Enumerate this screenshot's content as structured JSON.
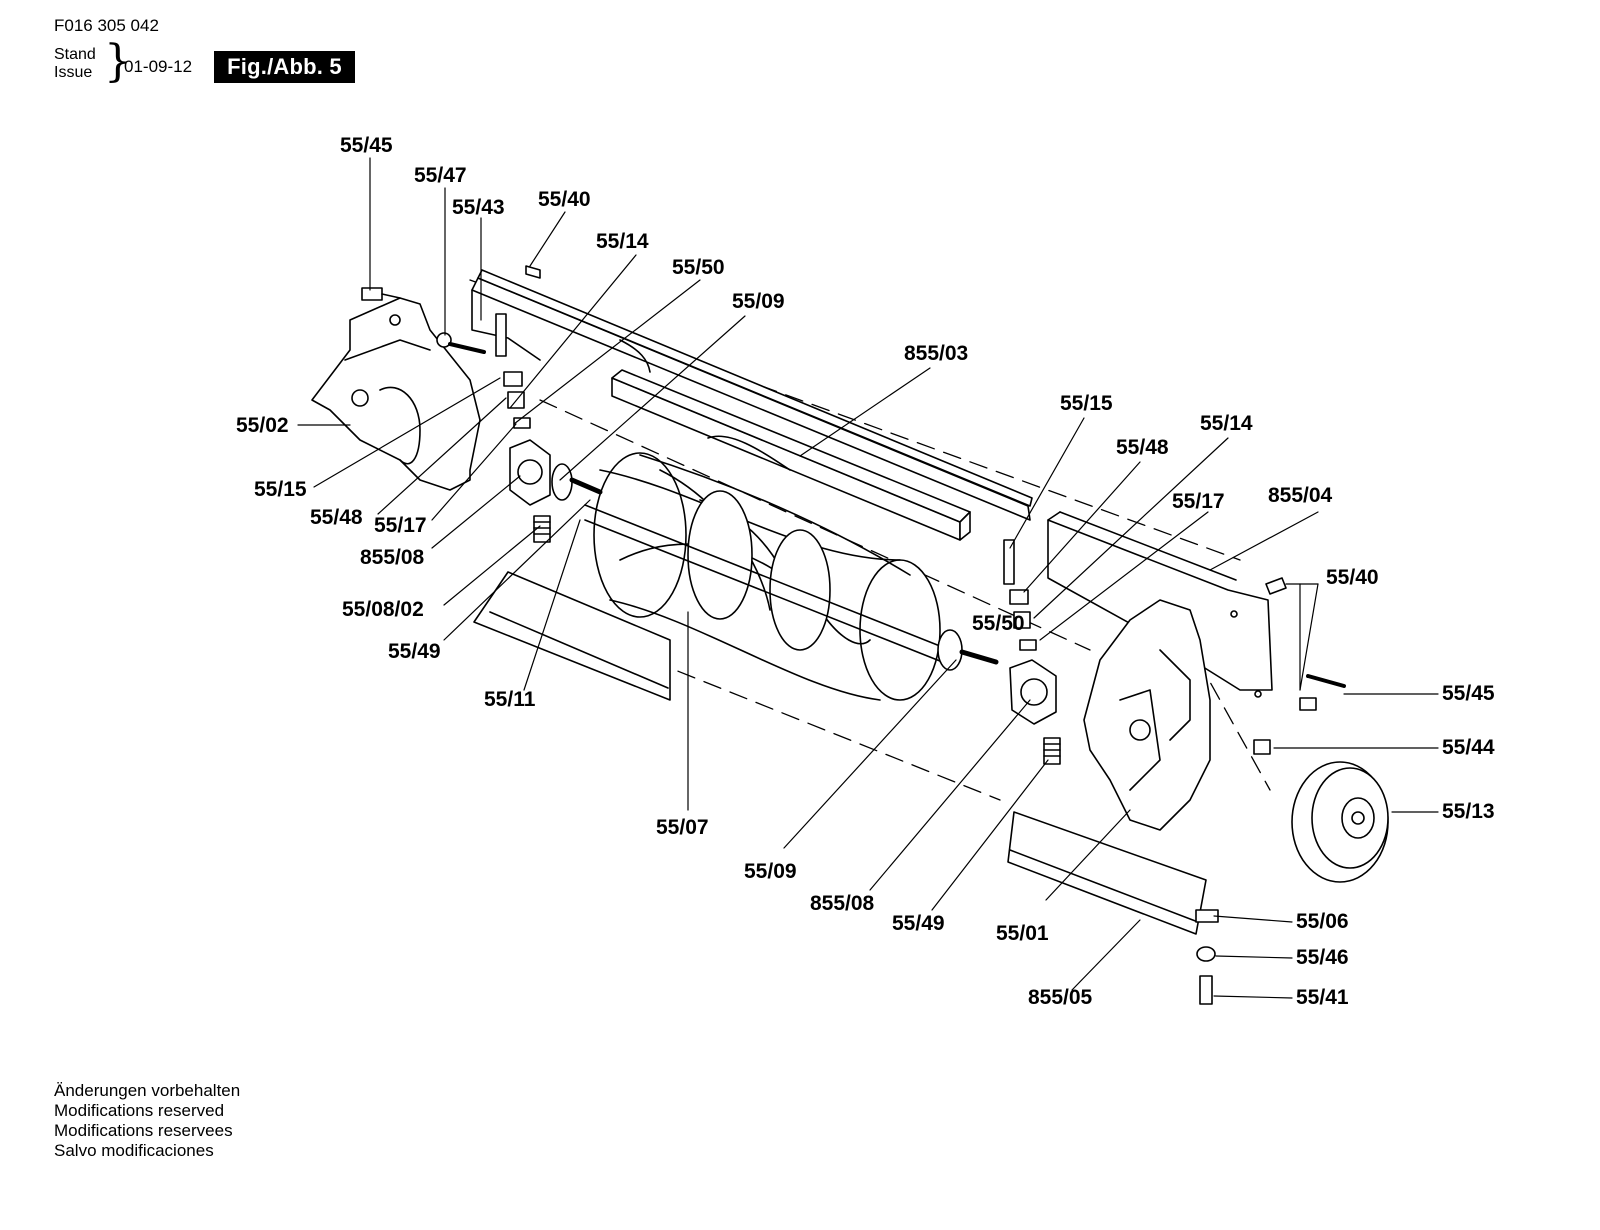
{
  "header": {
    "doc_number": "F016 305 042",
    "stand_label": "Stand",
    "issue_label": "Issue",
    "date": "01-09-12",
    "figure_label": "Fig./Abb. 5"
  },
  "callouts": [
    "55/45",
    "55/47",
    "55/43",
    "55/40",
    "55/14",
    "55/50",
    "55/09",
    "855/03",
    "55/02",
    "55/15",
    "55/48",
    "55/17",
    "855/08",
    "55/08/02",
    "55/49",
    "55/11",
    "55/07",
    "55/15",
    "55/48",
    "55/14",
    "55/17",
    "855/04",
    "55/40",
    "55/50",
    "55/45",
    "55/44",
    "55/13",
    "55/09",
    "855/08",
    "55/49",
    "55/01",
    "55/06",
    "55/46",
    "855/05",
    "55/41"
  ],
  "footer": {
    "lines": [
      "Änderungen vorbehalten",
      "Modifications reserved",
      "Modifications reservees",
      "Salvo modificaciones"
    ]
  }
}
